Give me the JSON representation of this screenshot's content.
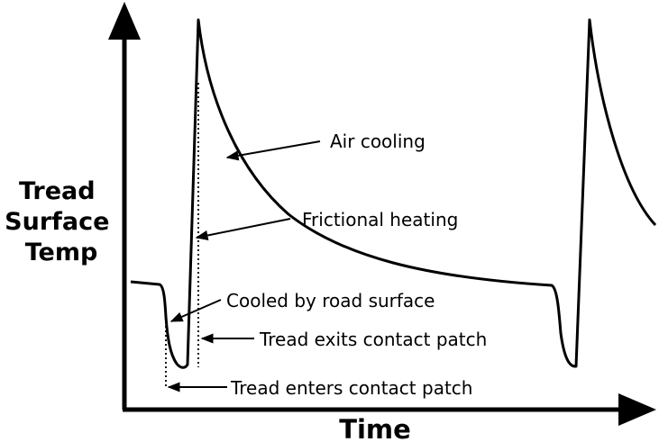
{
  "diagram": {
    "y_axis_label_lines": [
      "Tread",
      "Surface",
      "Temp"
    ],
    "x_axis_label": "Time",
    "annotations": {
      "air_cooling": "Air cooling",
      "frictional_heating": "Frictional heating",
      "cooled_by_road": "Cooled by road surface",
      "tread_exits": "Tread exits contact patch",
      "tread_enters": "Tread enters contact patch"
    },
    "colors": {
      "stroke": "#000000",
      "background": "#ffffff"
    }
  }
}
